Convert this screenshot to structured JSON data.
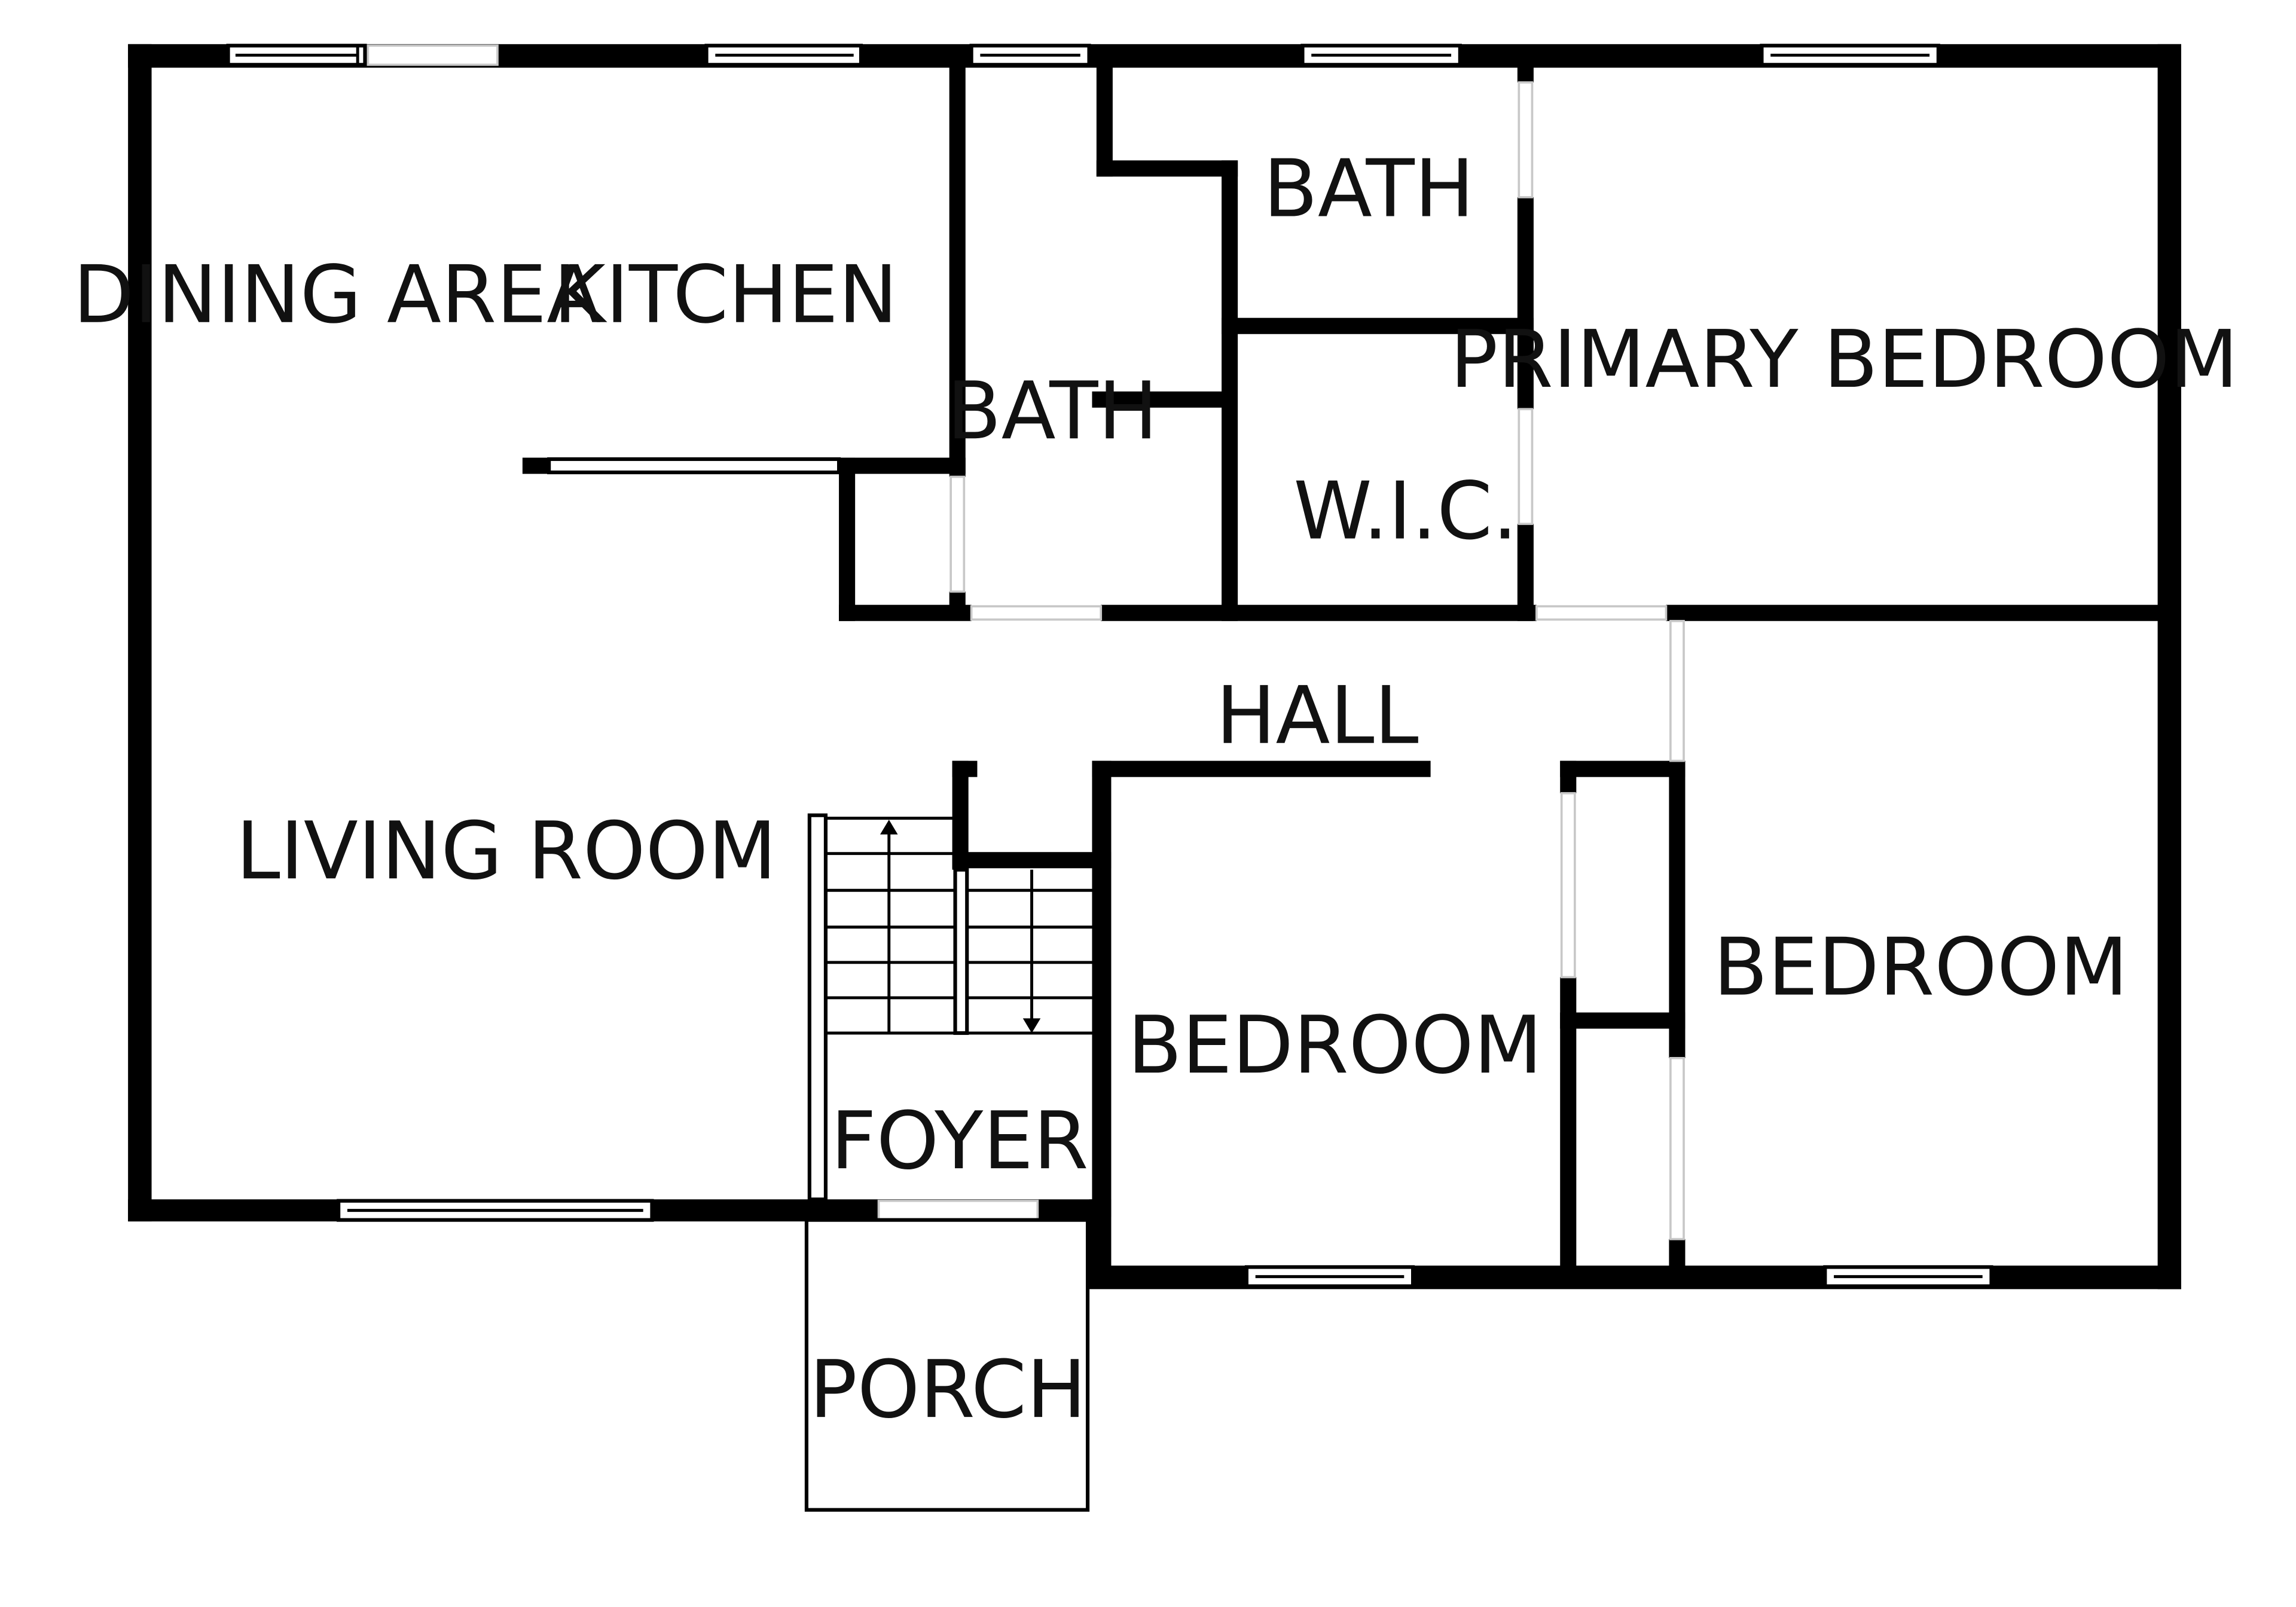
{
  "floorplan": {
    "rooms": {
      "dining_area": "DINING AREA",
      "kitchen": "KITCHEN",
      "bath_hall": "BATH",
      "bath_primary": "BATH",
      "wic": "W.I.C.",
      "primary_bedroom": "PRIMARY BEDROOM",
      "hall": "HALL",
      "living_room": "LIVING ROOM",
      "bedroom_center": "BEDROOM",
      "bedroom_right": "BEDROOM",
      "foyer": "FOYER",
      "porch": "PORCH"
    },
    "colors": {
      "wall": "#000000",
      "background": "#ffffff"
    }
  }
}
